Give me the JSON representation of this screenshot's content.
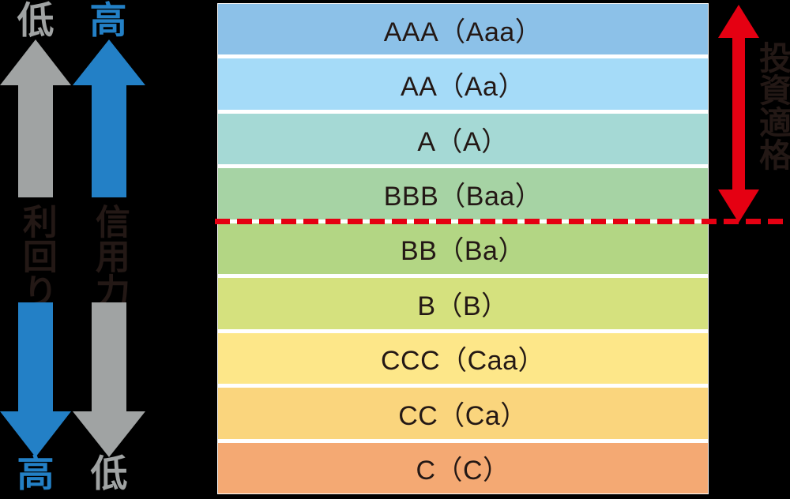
{
  "colors": {
    "background": "#000000",
    "gray": "#a0a3a3",
    "blue": "#2380c6",
    "red": "#e50012",
    "text_dark": "#231815"
  },
  "left_panel": {
    "columns": [
      {
        "id": "yield",
        "label": "利回り",
        "top_label": "低",
        "top_label_color": "#a0a3a3",
        "top_arrow_direction": "up",
        "top_arrow_color": "#a0a3a3",
        "bottom_label": "高",
        "bottom_label_color": "#2380c6",
        "bottom_arrow_direction": "down",
        "bottom_arrow_color": "#2380c6"
      },
      {
        "id": "credit-quality",
        "label": "信用力",
        "top_label": "高",
        "top_label_color": "#2380c6",
        "top_arrow_direction": "up",
        "top_arrow_color": "#2380c6",
        "bottom_label": "低",
        "bottom_label_color": "#a0a3a3",
        "bottom_arrow_direction": "down",
        "bottom_arrow_color": "#a0a3a3"
      }
    ]
  },
  "investment_grade": {
    "label": "投資適格",
    "arrow_color": "#e50012",
    "divider_color": "#e50012",
    "divider_style": "dashed",
    "covers_ratings": [
      "AAA（Aaa）",
      "AA（Aa）",
      "A（A）",
      "BBB（Baa）"
    ]
  },
  "chart_data": {
    "type": "table",
    "title": "",
    "categories": [
      "AAA（Aaa）",
      "AA（Aa）",
      "A（A）",
      "BBB（Baa）",
      "BB（Ba）",
      "B（B）",
      "CCC（Caa）",
      "CC（Ca）",
      "C（C）"
    ],
    "rows": [
      {
        "label": "AAA（Aaa）",
        "sp": "AAA",
        "moodys": "Aaa",
        "color": "#8cc1e8",
        "investment_grade": true
      },
      {
        "label": "AA（Aa）",
        "sp": "AA",
        "moodys": "Aa",
        "color": "#a5dbf8",
        "investment_grade": true
      },
      {
        "label": "A（A）",
        "sp": "A",
        "moodys": "A",
        "color": "#a5d9d5",
        "investment_grade": true
      },
      {
        "label": "BBB（Baa）",
        "sp": "BBB",
        "moodys": "Baa",
        "color": "#a6d3a4",
        "investment_grade": true
      },
      {
        "label": "BB（Ba）",
        "sp": "BB",
        "moodys": "Ba",
        "color": "#b3d684",
        "investment_grade": false
      },
      {
        "label": "B（B）",
        "sp": "B",
        "moodys": "B",
        "color": "#d5e17e",
        "investment_grade": false
      },
      {
        "label": "CCC（Caa）",
        "sp": "CCC",
        "moodys": "Caa",
        "color": "#fde789",
        "investment_grade": false
      },
      {
        "label": "CC（Ca）",
        "sp": "CC",
        "moodys": "Ca",
        "color": "#fad57d",
        "investment_grade": false
      },
      {
        "label": "C（C）",
        "sp": "C",
        "moodys": "C",
        "color": "#f4a973",
        "investment_grade": false
      }
    ]
  }
}
